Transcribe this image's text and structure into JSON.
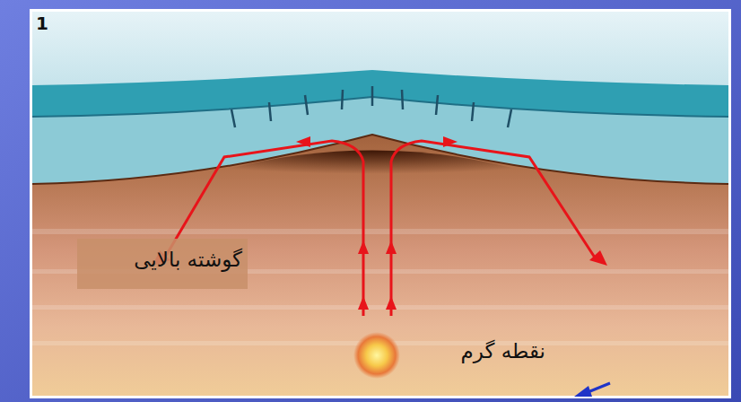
{
  "diagram": {
    "labels": [
      "1",
      "گوشته بالایی",
      "نقطه گرم"
    ]
  }
}
